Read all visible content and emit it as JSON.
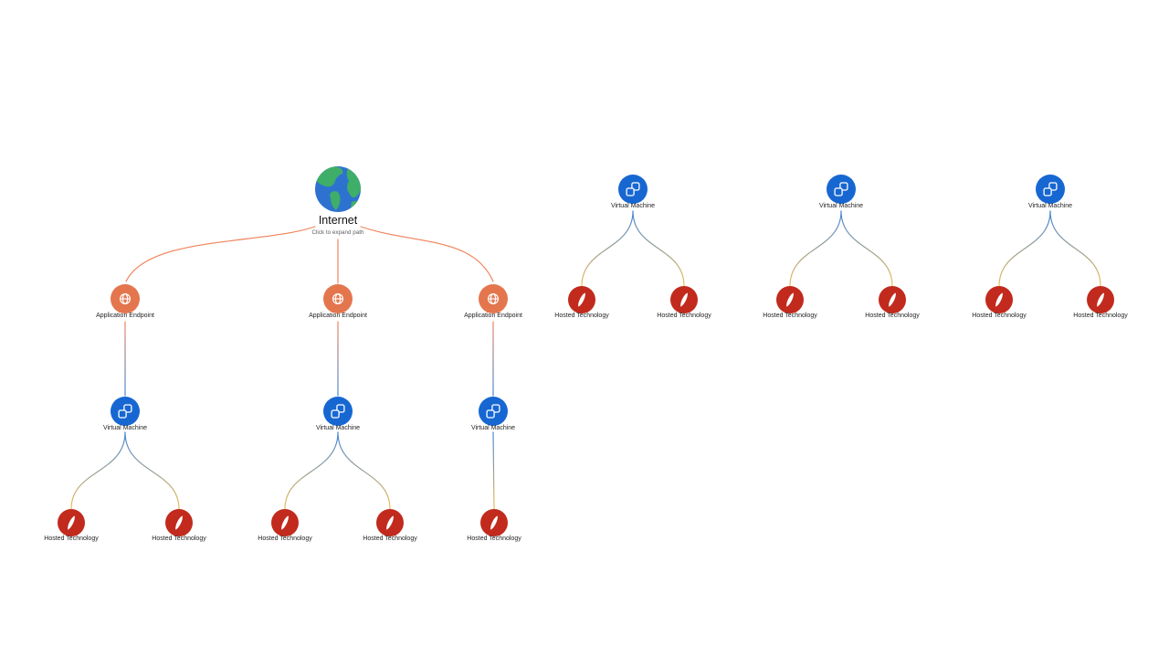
{
  "canvas": {
    "background": "#ffffff"
  },
  "graph": {
    "internet": {
      "label": "Internet",
      "hint": "Click to expand path"
    },
    "labels": {
      "application_endpoint": "Application Endpoint",
      "virtual_machine": "Virtual Machine",
      "hosted_technology": "Hosted Technology"
    },
    "colors": {
      "internet_ocean": "#2E72D0",
      "internet_land": "#3FAE68",
      "application_endpoint": "#E4764E",
      "virtual_machine": "#1767D2",
      "hosted_technology": "#C12A1D",
      "edge_orange": "#F08158",
      "edge_blue": "#3E82D8",
      "edge_amber": "#F0BA4E",
      "label_text": "#1F1F1F",
      "hint_text": "#5F5F5F"
    },
    "structure": {
      "internet_tree": {
        "root": "Internet",
        "application_endpoints": 3,
        "paths": [
          {
            "endpoint": 1,
            "virtual_machines": 1,
            "hosted_technologies": 2
          },
          {
            "endpoint": 2,
            "virtual_machines": 1,
            "hosted_technologies": 2
          },
          {
            "endpoint": 3,
            "virtual_machines": 1,
            "hosted_technologies": 1
          }
        ]
      },
      "standalone_vm_trees": [
        {
          "root": "Virtual Machine",
          "hosted_technologies": 2
        },
        {
          "root": "Virtual Machine",
          "hosted_technologies": 2
        },
        {
          "root": "Virtual Machine",
          "hosted_technologies": 2
        }
      ]
    }
  }
}
